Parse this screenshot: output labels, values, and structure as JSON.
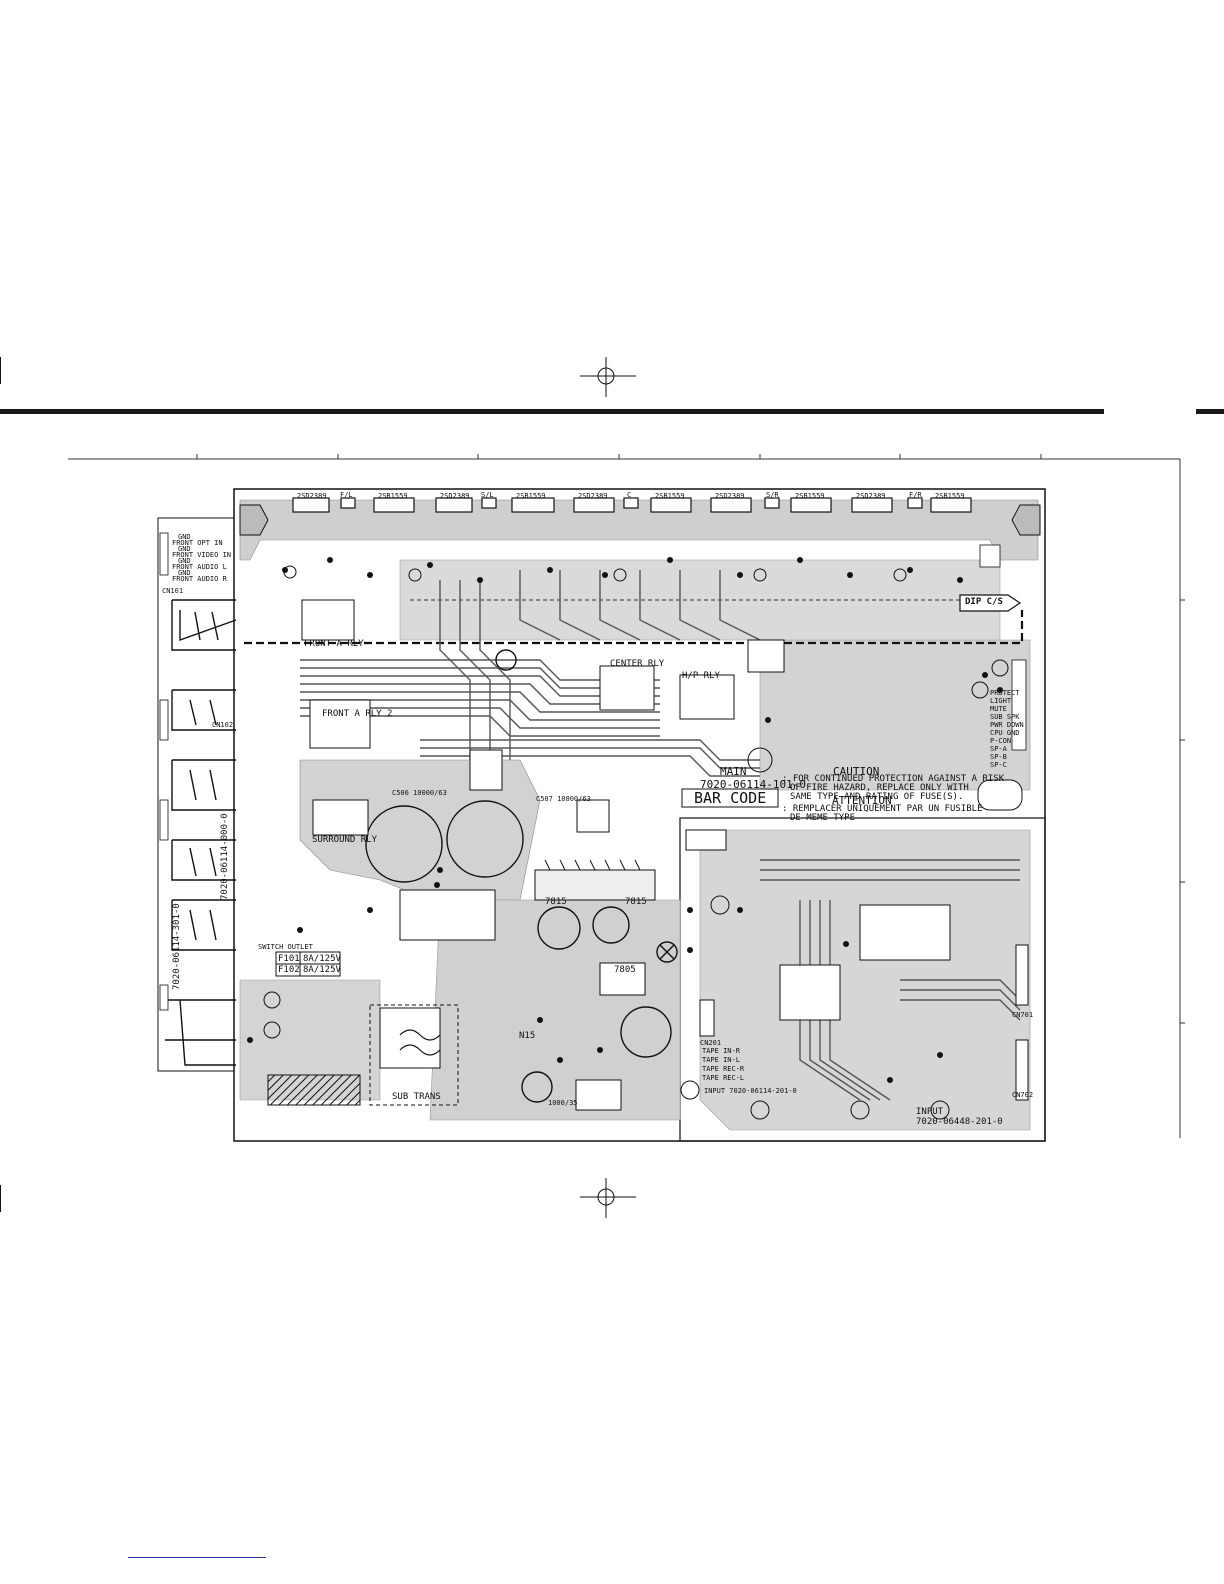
{
  "transistor_labels": [
    "2SD2389",
    "2SB1559",
    "2SD2389",
    "2SB1559",
    "2SD2389",
    "2SB1559",
    "2SD2389",
    "2SB1559",
    "2SD2389",
    "2SB1559"
  ],
  "channel_marks": [
    "F/L",
    "S/L",
    "C",
    "S/R",
    "F/R"
  ],
  "relay_labels": {
    "front_a": "FRONT A RLY",
    "front_a2": "FRONT A RLY 2",
    "surround": "SURROUND RLY",
    "center": "CENTER RLY",
    "hp": "H/P RLY"
  },
  "dip_tag": "DIP C/S",
  "main_board": {
    "name": "MAIN",
    "part_no": "7020-06114-101-0",
    "bar_code": "BAR CODE"
  },
  "caution": {
    "title": "CAUTION",
    "line1": ": FOR CONTINUED PROTECTION AGAINST A RISK",
    "line2": "OF FIRE HAZARD, REPLACE ONLY WITH",
    "line3": "SAME TYPE AND RATING OF FUSE(S)."
  },
  "attention": {
    "title": "ATTENTION",
    "line1": ": REMPLACER UNIQUEMENT PAR UN FUSIBLE",
    "line2": "DE MEME TYPE"
  },
  "fuses": [
    {
      "ref": "F101",
      "rating": "8A/125V"
    },
    {
      "ref": "F102",
      "rating": "8A/125V"
    }
  ],
  "sub_trans": "SUB TRANS",
  "switch_outlet": "SWITCH OUTLET",
  "vertical_part_no": "7020-06114-000-0",
  "vertical_part_no_b": "7020-06114-301-0",
  "input_board": {
    "name": "INPUT",
    "part_no": "7020-06448-201-0"
  },
  "input_small_ref": "INPUT 7020-06114-201-0",
  "component_values": {
    "cap_main_a": "C506 10000/63",
    "cap_main_b": "C507 10000/63",
    "cap_c": "1000/35",
    "reg_a": "7815",
    "reg_b": "7805",
    "reg_c": "7815",
    "reg_n": "N15"
  },
  "connectors": [
    "CN101",
    "CN102",
    "CN201",
    "CN701",
    "CN702"
  ],
  "input_jack_labels": [
    "TAPE IN-R",
    "TAPE IN-L",
    "TAPE REC-R",
    "TAPE REC-L"
  ],
  "front_jack_labels": [
    "GND",
    "FRONT OPT IN",
    "GND",
    "FRONT VIDEO IN",
    "GND",
    "FRONT AUDIO L",
    "GND",
    "FRONT AUDIO R"
  ],
  "misc_labels": [
    "PROTECT",
    "LIGHT",
    "MUTE",
    "SUB SPK",
    "PWR DOWN",
    "CPU GND",
    "P-CON",
    "SP-A",
    "SP-B",
    "SP-C"
  ]
}
